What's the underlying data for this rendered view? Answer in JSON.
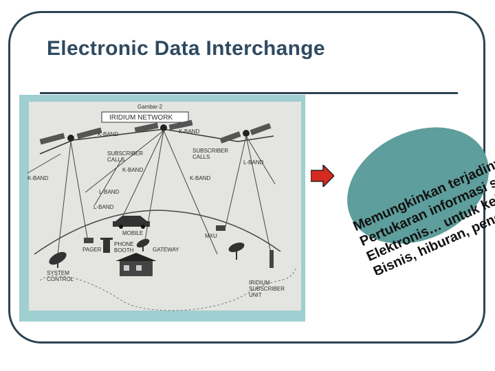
{
  "slide": {
    "title": "Electronic Data Interchange",
    "colors": {
      "frame": "#2a4250",
      "title": "#2f4a60",
      "figure_background": "#9fcfd0",
      "oval": "#5e9e9c",
      "arrow": "#d42a20"
    }
  },
  "figure": {
    "caption": "Gambar-2",
    "network_title": "IRIDIUM NETWORK",
    "labels": {
      "k_band_1": "K-BAND",
      "k_band_2": "K-BAND",
      "k_band_3": "K-BAND",
      "k_band_4": "K-BAND",
      "k_band_5": "K-BAND",
      "subscriber_calls_1": "SUBSCRIBER\nCALLS",
      "subscriber_calls_2": "SUBSCRIBER\nCALLS",
      "l_band_1": "L-BAND",
      "l_band_2": "L-BAND",
      "l_band_3": "L-BAND",
      "mobile": "MOBILE",
      "mxu": "MXU",
      "pager": "PAGER",
      "phone_booth": "PHONE\nBOOTH",
      "gateway": "GATEWAY",
      "system_control": "SYSTEM\nCONTROL",
      "iridium_subscriber_unit": "IRIDIUM\nSUBSCRIBER\nUNIT"
    }
  },
  "statement": {
    "lines": [
      "Memungkinkan terjadinya",
      "Pertukaran informasi secara",
      "Elektronis… untuk kebutuhan",
      "Bisnis, hiburan, pendidikan, dll"
    ]
  }
}
